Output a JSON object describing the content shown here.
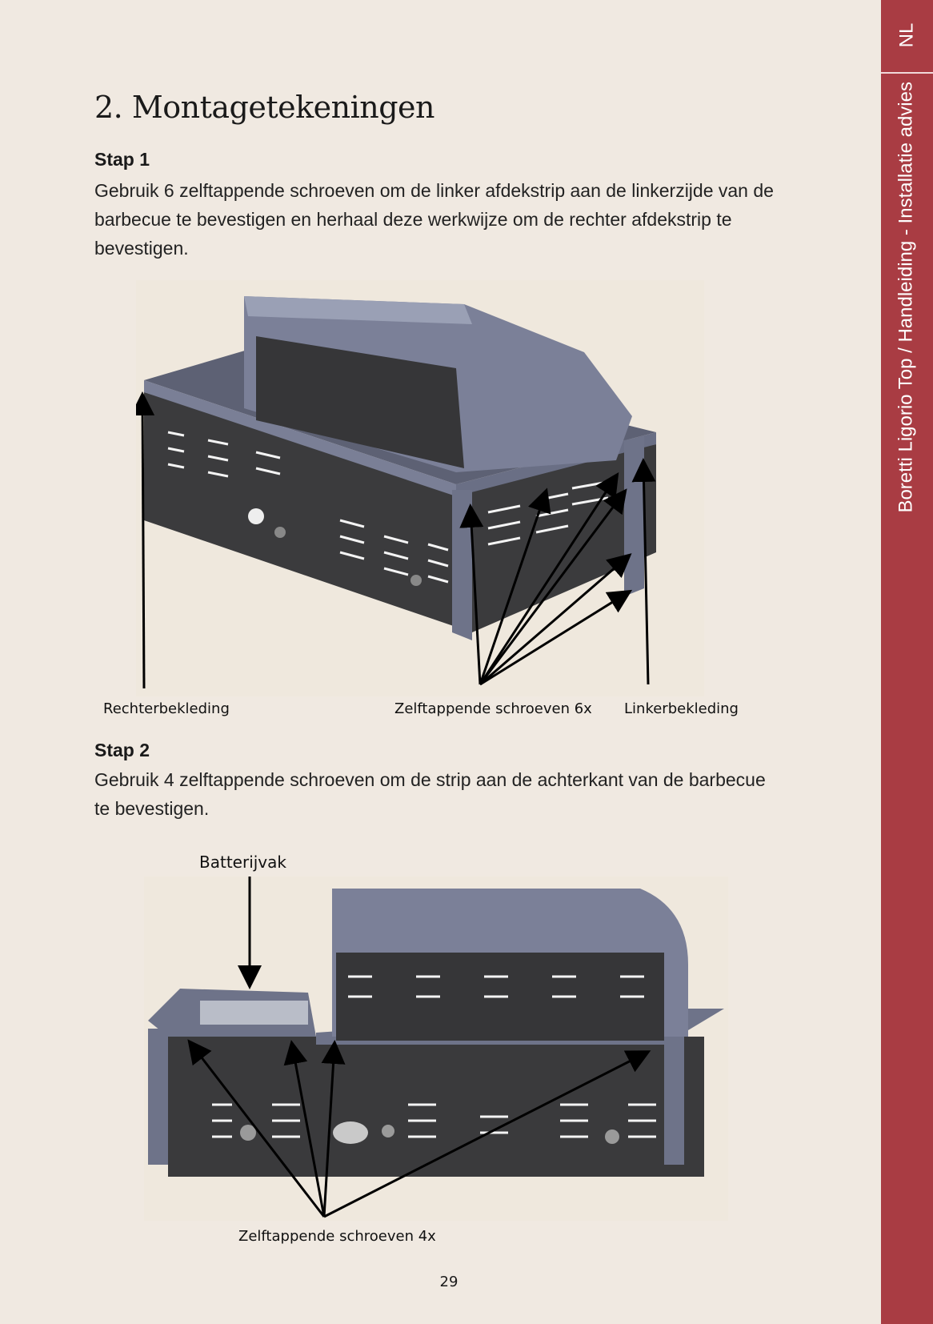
{
  "sidebar": {
    "lang": "NL",
    "doc_title": "Boretti Ligorio Top / Handleiding - Installatie advies"
  },
  "title": "2. Montagetekeningen",
  "step1": {
    "heading": "Stap 1",
    "text": "Gebruik 6 zelftappende schroeven om de linker afdekstrip aan de linkerzijde van de barbecue te bevestigen en herhaal deze werkwijze om de rechter afdekstrip te bevestigen.",
    "captions": {
      "right_cover": "Rechterbekleding",
      "screws": "Zelftappende schroeven 6x",
      "left_cover": "Linkerbekleding"
    }
  },
  "step2": {
    "heading": "Stap 2",
    "text": "Gebruik 4 zelftappende schroeven om de strip aan de achterkant van de barbecue te bevestigen.",
    "captions": {
      "battery": "Batterijvak",
      "screws": "Zelftappende schroeven 4x"
    }
  },
  "page_number": "29",
  "colors": {
    "background": "#f0e9e1",
    "sidebar": "#a93c43",
    "steel": "#6e7389",
    "dark_panel": "#3a3a3c"
  }
}
